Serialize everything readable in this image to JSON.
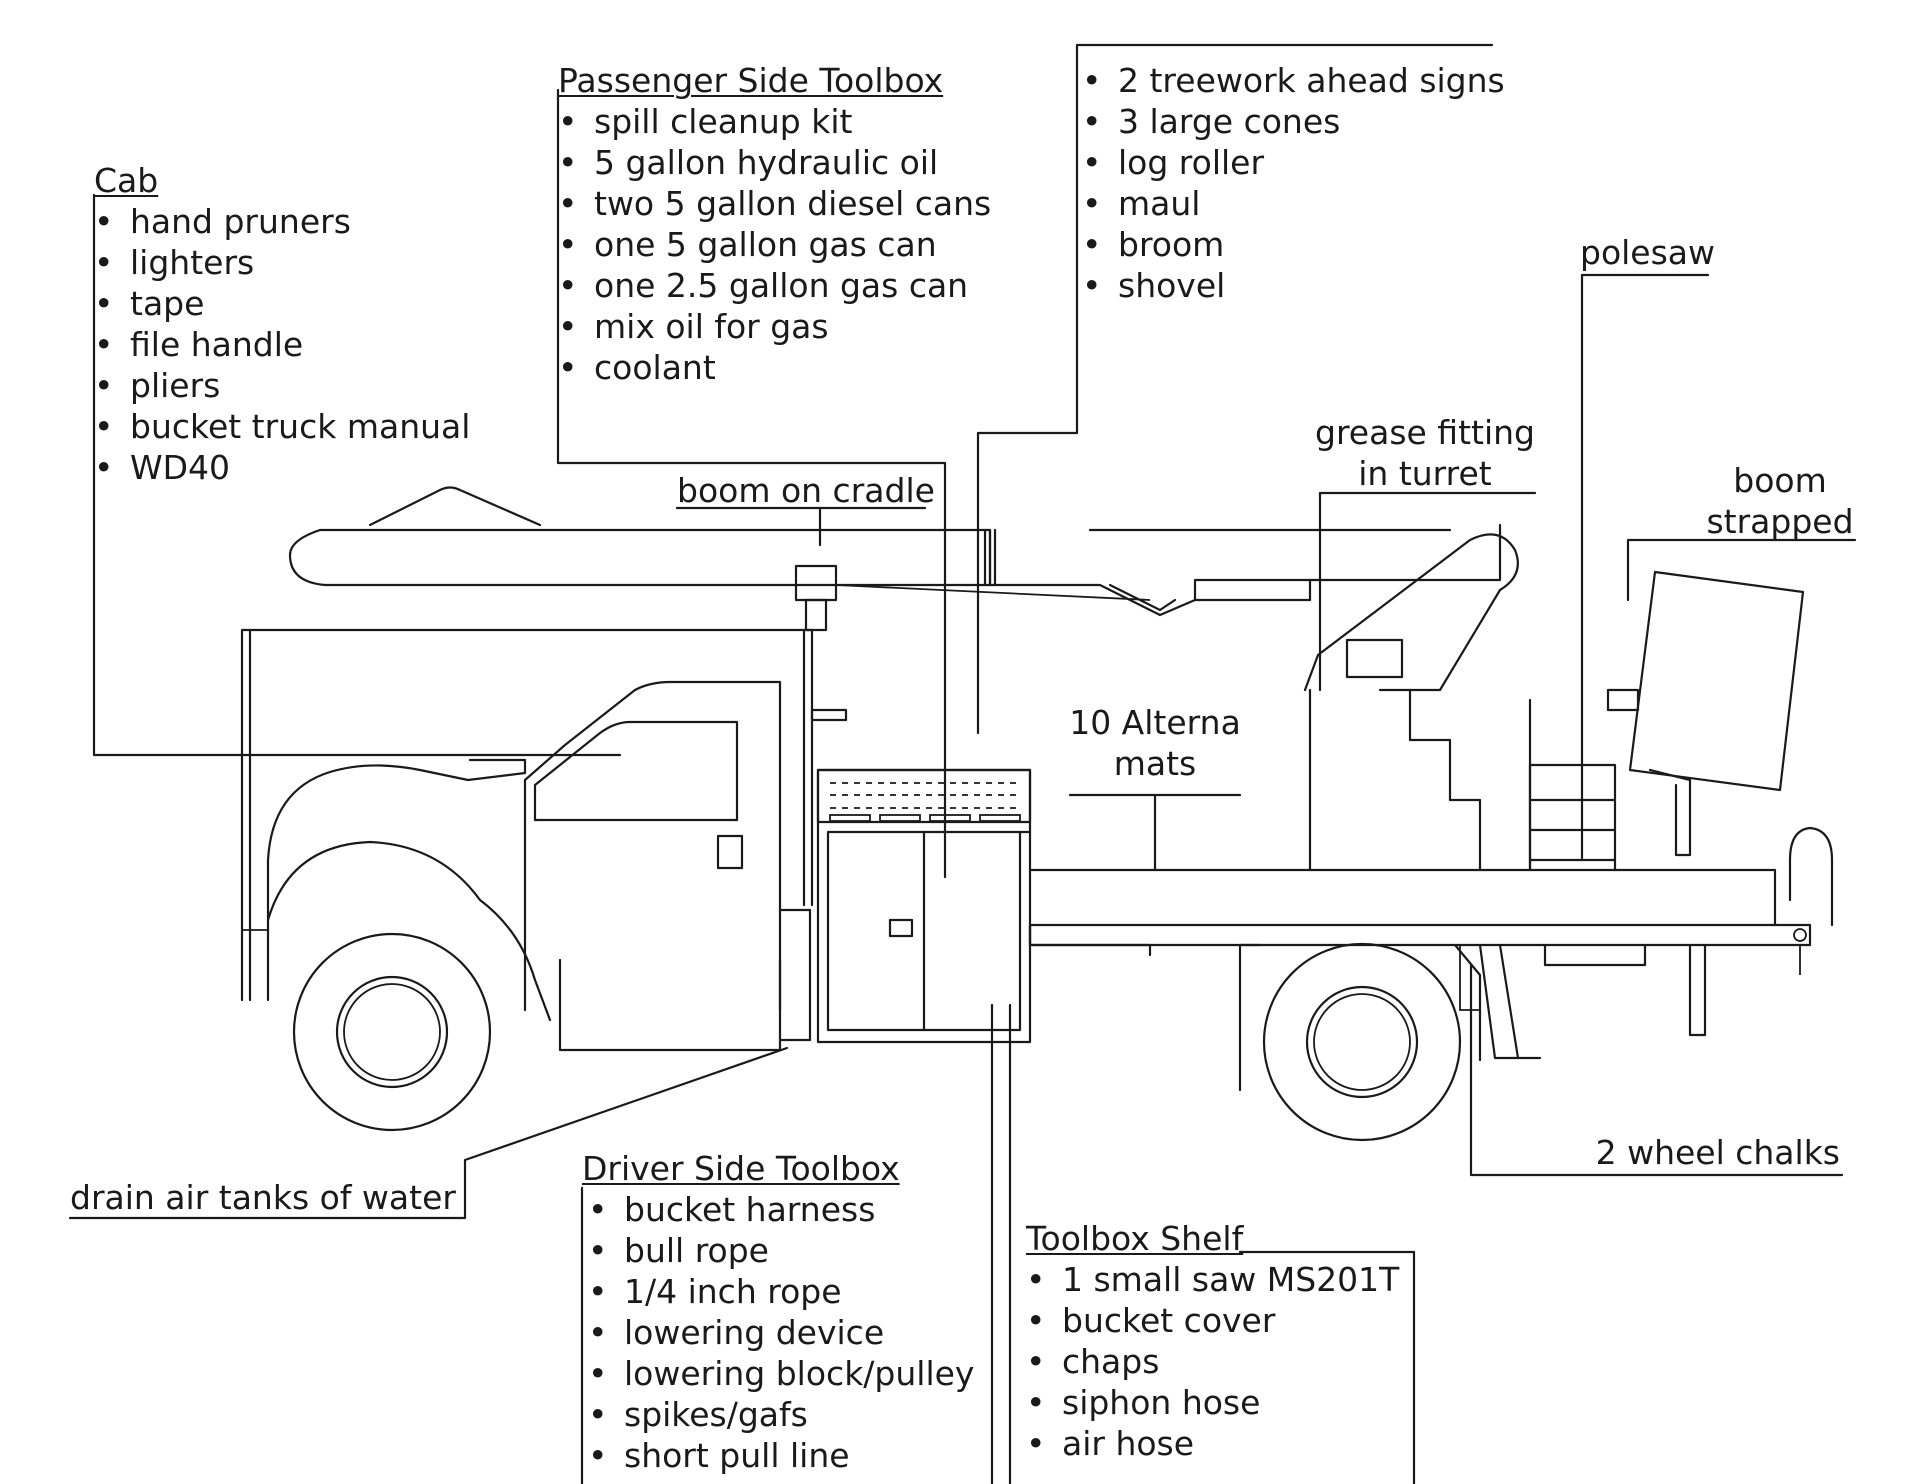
{
  "cab": {
    "title": "Cab",
    "items": [
      "hand pruners",
      "lighters",
      "tape",
      "file handle",
      "pliers",
      "bucket truck manual",
      "WD40"
    ]
  },
  "passenger_toolbox": {
    "title": "Passenger Side Toolbox",
    "items": [
      "spill cleanup kit",
      "5 gallon hydraulic oil",
      "two 5 gallon diesel cans",
      "one 5 gallon gas can",
      "one 2.5 gallon gas can",
      "mix oil for gas",
      "coolant"
    ]
  },
  "rear_items": {
    "items": [
      "2 treework ahead signs",
      "3 large cones",
      "log roller",
      "maul",
      "broom",
      "shovel"
    ]
  },
  "polesaw": "polesaw",
  "grease": {
    "line1": "grease fitting",
    "line2": "in turret"
  },
  "boom_strapped": {
    "line1": "boom",
    "line2": "strapped"
  },
  "boom_cradle": "boom on cradle",
  "mats": {
    "line1": "10 Alterna",
    "line2": "mats"
  },
  "drain": "drain air tanks of water",
  "wheel_chalks": "2 wheel chalks",
  "driver_toolbox": {
    "title": "Driver Side Toolbox",
    "items": [
      "bucket harness",
      "bull rope",
      "1/4 inch rope",
      "lowering device",
      "lowering block/pulley",
      "spikes/gafs",
      "short pull line"
    ]
  },
  "toolbox_shelf": {
    "title": "Toolbox Shelf",
    "items": [
      "1 small saw MS201T",
      "bucket cover",
      "chaps",
      "siphon hose",
      "air hose"
    ]
  }
}
